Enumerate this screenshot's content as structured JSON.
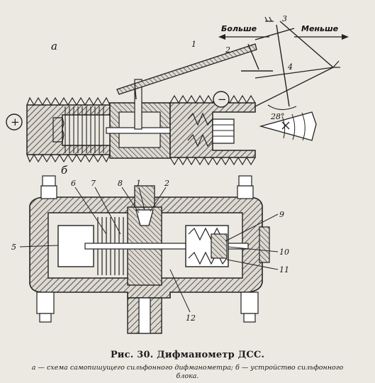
{
  "labels": {
    "part_a": "а",
    "part_b": "б",
    "more": "Больше",
    "less": "Меньше",
    "n1": "1",
    "n2": "2",
    "n3": "3",
    "n4": "4",
    "angle": "28°",
    "plus": "+",
    "minus": "−",
    "b1": "1",
    "b2": "2",
    "b5": "5",
    "b6": "6",
    "b7": "7",
    "b8": "8",
    "b9": "9",
    "b10": "10",
    "b11": "11",
    "b12": "12"
  },
  "caption": {
    "title": "Рис. 30. Дифманометр ДСС.",
    "description": "а — схема самопишущего сильфонного дифманометра; б — устройство сильфонного блока."
  }
}
